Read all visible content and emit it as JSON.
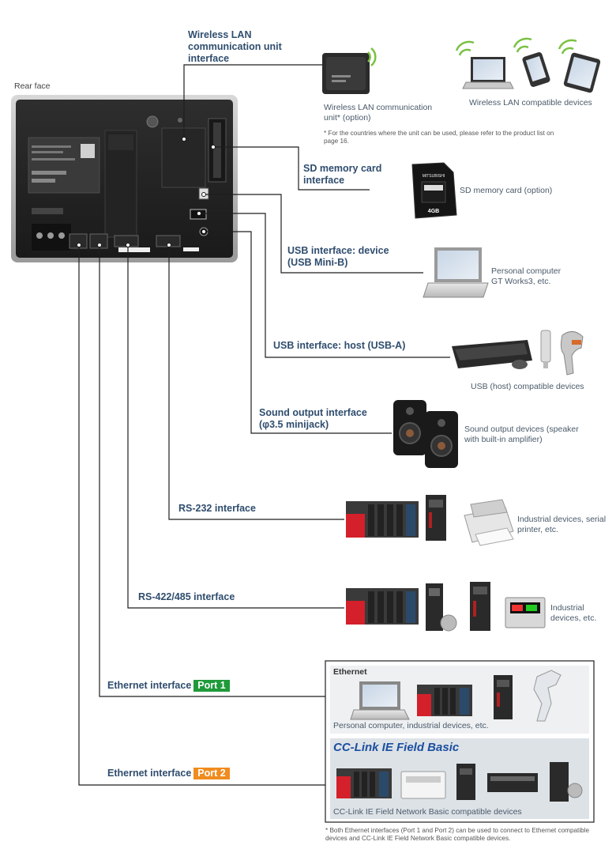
{
  "rear_face_label": "Rear face",
  "interfaces": {
    "wireless_lan": "Wireless LAN communication unit interface",
    "sd_card": "SD memory card interface",
    "usb_device": "USB interface: device (USB Mini-B)",
    "usb_host": "USB interface: host (USB-A)",
    "sound": "Sound output interface (φ3.5 minijack)",
    "rs232": "RS-232 interface",
    "rs422": "RS-422/485 interface",
    "ethernet1": "Ethernet interface",
    "ethernet1_port": "Port 1",
    "ethernet2": "Ethernet interface",
    "ethernet2_port": "Port 2"
  },
  "devices": {
    "wireless_unit": "Wireless LAN communication unit* (option)",
    "wireless_note": "* For the countries where the unit can be used, please refer to the product list on page 16.",
    "wireless_devices": "Wireless LAN compatible devices",
    "sd_card": "SD memory card (option)",
    "pc": "Personal computer GT Works3, etc.",
    "usb_host_devices": "USB (host) compatible devices",
    "sound_devices": "Sound output devices (speaker with built-in amplifier)",
    "rs232_devices": "Industrial devices, serial printer, etc.",
    "rs422_devices": "Industrial devices, etc."
  },
  "ethernet_box": {
    "ethernet_title": "Ethernet",
    "ethernet_caption": "Personal computer, industrial devices, etc.",
    "cclink_logo": "CC-Link IE Field Basic",
    "cclink_caption": "CC-Link IE Field Network Basic compatible devices"
  },
  "footnote": "* Both Ethernet interfaces (Port 1 and Port 2) can be used to connect to Ethernet compatible devices and CC-Link IE Field Network Basic compatible devices.",
  "sd_card_text": {
    "brand": "MITSUBISHI",
    "size": "4GB"
  }
}
